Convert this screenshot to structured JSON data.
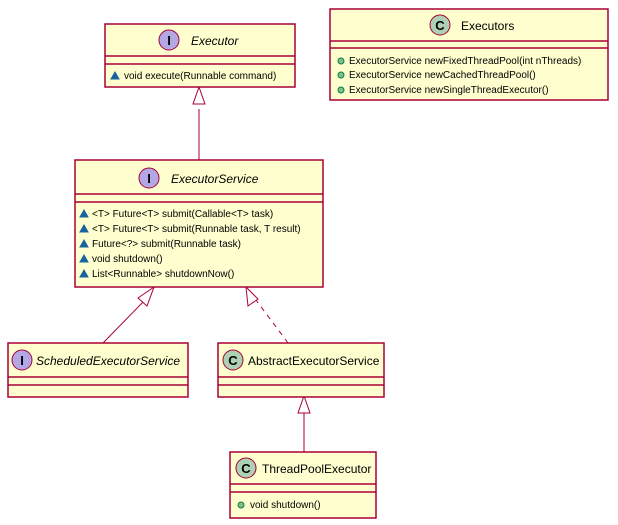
{
  "diagram": {
    "classes": {
      "executor": {
        "kind": "interface",
        "badge": "I",
        "name": "Executor",
        "methods": [
          {
            "visibility": "package",
            "text": "void execute(Runnable command)"
          }
        ]
      },
      "executors": {
        "kind": "class",
        "badge": "C",
        "name": "Executors",
        "methods": [
          {
            "visibility": "public",
            "text": "ExecutorService newFixedThreadPool(int nThreads)"
          },
          {
            "visibility": "public",
            "text": "ExecutorService newCachedThreadPool()"
          },
          {
            "visibility": "public",
            "text": "ExecutorService newSingleThreadExecutor()"
          }
        ]
      },
      "executor_service": {
        "kind": "interface",
        "badge": "I",
        "name": "ExecutorService",
        "methods": [
          {
            "visibility": "package",
            "text": "<T> Future<T> submit(Callable<T> task)"
          },
          {
            "visibility": "package",
            "text": "<T> Future<T> submit(Runnable task, T result)"
          },
          {
            "visibility": "package",
            "text": "Future<?> submit(Runnable task)"
          },
          {
            "visibility": "package",
            "text": "void shutdown()"
          },
          {
            "visibility": "package",
            "text": "List<Runnable> shutdownNow()"
          }
        ]
      },
      "scheduled_executor_service": {
        "kind": "interface",
        "badge": "I",
        "name": "ScheduledExecutorService",
        "methods": []
      },
      "abstract_executor_service": {
        "kind": "class",
        "badge": "C",
        "name": "AbstractExecutorService",
        "methods": []
      },
      "thread_pool_executor": {
        "kind": "class",
        "badge": "C",
        "name": "ThreadPoolExecutor",
        "methods": [
          {
            "visibility": "public",
            "text": "void shutdown()"
          }
        ]
      }
    },
    "relations": [
      {
        "from": "executor_service",
        "to": "executor",
        "type": "extends"
      },
      {
        "from": "scheduled_executor_service",
        "to": "executor_service",
        "type": "extends"
      },
      {
        "from": "abstract_executor_service",
        "to": "executor_service",
        "type": "implements"
      },
      {
        "from": "thread_pool_executor",
        "to": "abstract_executor_service",
        "type": "extends"
      }
    ],
    "colors": {
      "box_fill": "#FEFECE",
      "border": "#A80036",
      "interface_badge": "#B4A7E5",
      "class_badge": "#ADD1B2",
      "package_visibility": "#1963A0",
      "public_visibility": "#84BE84"
    }
  }
}
